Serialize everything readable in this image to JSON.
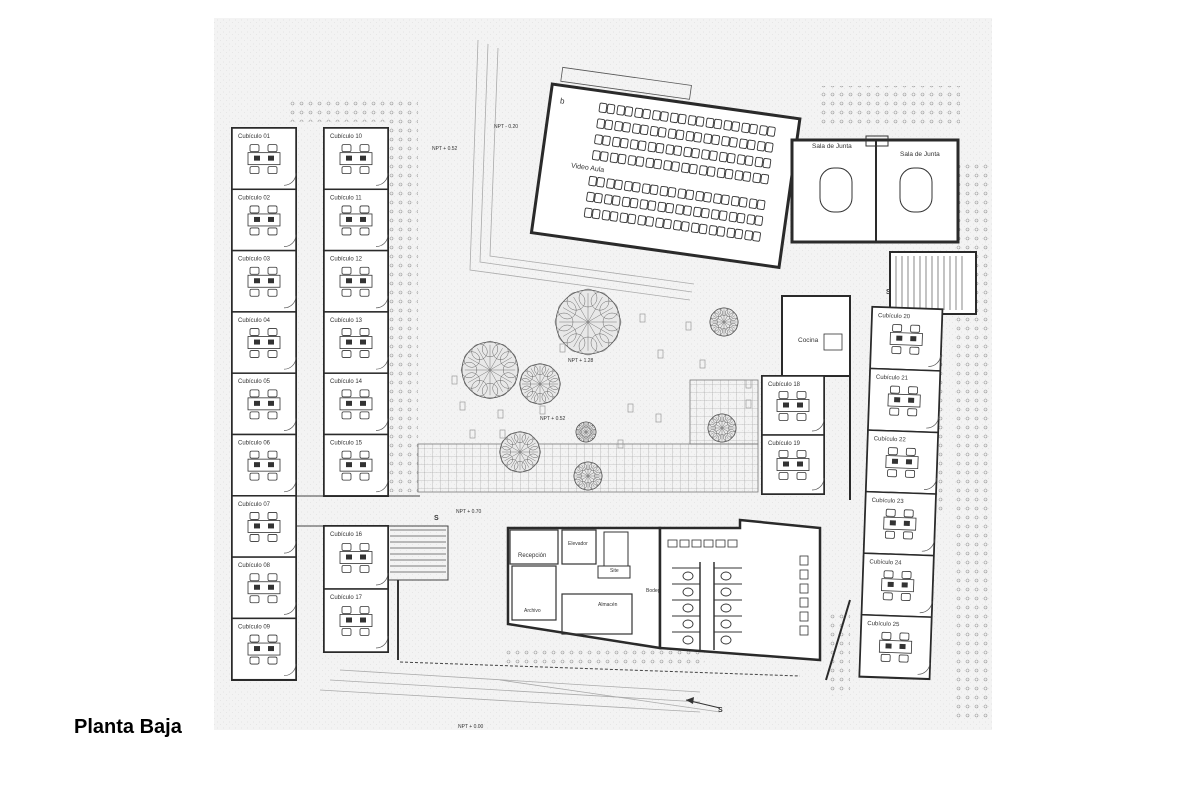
{
  "title": "Planta Baja",
  "colors": {
    "ink": "#333333",
    "wall": "#2a2a2a",
    "ground": "#f2f2f2",
    "paving": "#e6e6e6"
  },
  "cubicles_left": [
    "Cubículo 01",
    "Cubículo 02",
    "Cubículo 03",
    "Cubículo 04",
    "Cubículo 05",
    "Cubículo 06",
    "Cubículo 07",
    "Cubículo 08",
    "Cubículo 09"
  ],
  "cubicles_mid": [
    "Cubículo 10",
    "Cubículo 11",
    "Cubículo 12",
    "Cubículo 13",
    "Cubículo 14",
    "Cubículo 15"
  ],
  "cubicles_mid_lower": [
    "Cubículo 16",
    "Cubículo 17"
  ],
  "cubicles_right_inner": [
    "Cubículo 18",
    "Cubículo 19"
  ],
  "cubicles_right": [
    "Cubículo 20",
    "Cubículo 21",
    "Cubículo 22",
    "Cubículo 23",
    "Cubículo 24",
    "Cubículo 25"
  ],
  "rooms": {
    "video_aula": "Video Aula",
    "sala_junta_1": "Sala de Junta",
    "sala_junta_2": "Sala de Junta",
    "cocina": "Cocina",
    "recepcion": "Recepción",
    "elevador": "Elevador",
    "site": "Site",
    "archivo": "Archivo",
    "almacen": "Almacén",
    "bodega": "Bodega"
  },
  "levels": [
    "NPT + 0.52",
    "NPT - 0.20",
    "NPT + 1.28",
    "NPT + 0.52",
    "NPT + 0.70",
    "NPT + 0.00"
  ],
  "stair_marks": [
    "S",
    "S",
    "S",
    "b"
  ]
}
